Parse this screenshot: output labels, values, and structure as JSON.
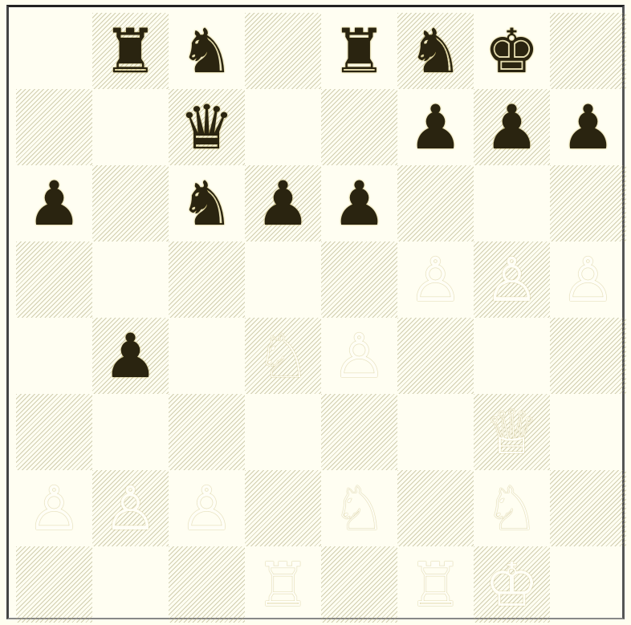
{
  "board": {
    "orientation": "white-at-bottom",
    "colors": {
      "dark_square_hatch": "#aaa578",
      "background": "#fffef0",
      "black_piece": "#2a2410",
      "white_piece_outline": "#c9be80"
    },
    "rows": [
      [
        "",
        "r",
        "n",
        "",
        "r",
        "n",
        "k",
        ""
      ],
      [
        "",
        "",
        "q",
        "",
        "",
        "p",
        "p",
        "p"
      ],
      [
        "p",
        "",
        "n",
        "p",
        "p",
        "",
        "",
        ""
      ],
      [
        "",
        "",
        "",
        "",
        "",
        "P",
        "P",
        "P"
      ],
      [
        "",
        "p",
        "",
        "N",
        "P",
        "",
        "",
        ""
      ],
      [
        "",
        "",
        "",
        "",
        "",
        "",
        "Q",
        ""
      ],
      [
        "P",
        "P",
        "P",
        "",
        "N",
        "",
        "N",
        ""
      ],
      [
        "",
        "",
        "",
        "R",
        "",
        "R",
        "K",
        ""
      ]
    ]
  },
  "glyphs": {
    "K": "♔",
    "Q": "♕",
    "R": "♖",
    "B": "♗",
    "N": "♘",
    "P": "♙",
    "k": "♚",
    "q": "♛",
    "r": "♜",
    "b": "♝",
    "n": "♞",
    "p": "♟"
  },
  "piece_names": {
    "k": "king",
    "q": "queen",
    "r": "rook",
    "b": "bishop",
    "n": "knight",
    "p": "pawn"
  }
}
